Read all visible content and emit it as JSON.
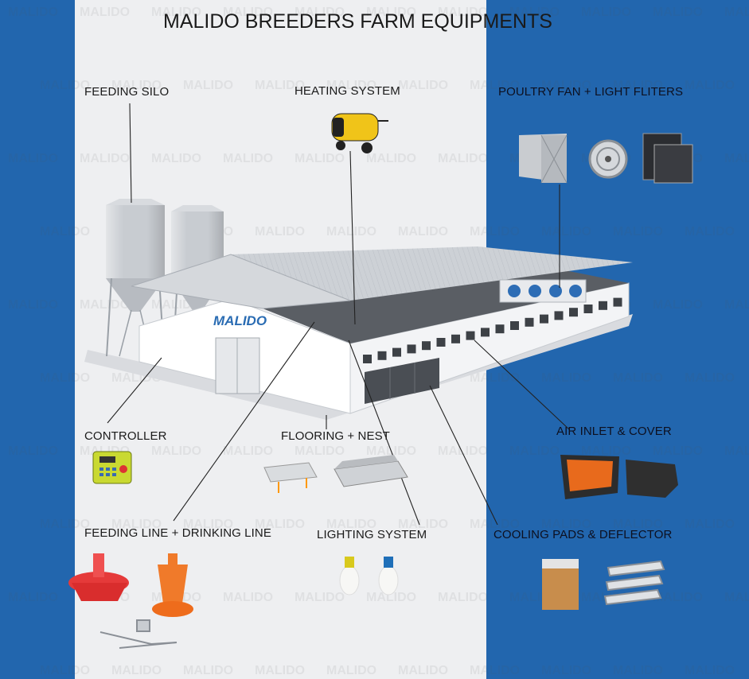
{
  "title": "MALIDO  BREEDERS FARM EQUIPMENTS",
  "brand": "MALIDO",
  "watermark": "MALIDO",
  "colors": {
    "blue": "#2266ae",
    "panel": "#eeeff1",
    "roof": "#c9cdd3",
    "wall": "#ffffff",
    "brand": "#2a6cb3"
  },
  "labels": {
    "feeding_silo": "FEEDING SILO",
    "heating_system": "HEATING SYSTEM",
    "poultry_fan": "POULTRY FAN  + LIGHT FLITERS",
    "controller": "CONTROLLER",
    "flooring_nest": "FLOORING + NEST",
    "air_inlet": "AIR INLET & COVER",
    "feeding_drinking": "FEEDING LINE + DRINKING LINE",
    "lighting_system": "LIGHTING SYSTEM",
    "cooling_pads": "COOLING PADS & DEFLECTOR"
  }
}
